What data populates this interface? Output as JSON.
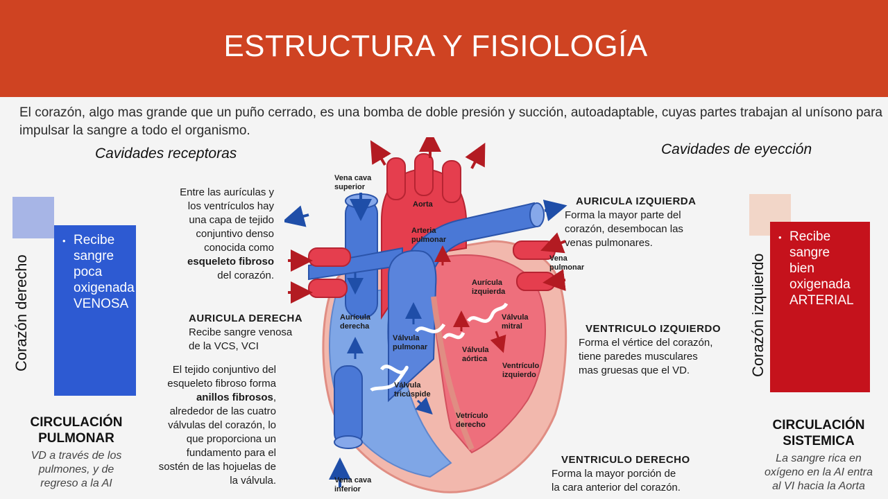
{
  "header": {
    "title": "ESTRUCTURA Y FISIOLOGÍA"
  },
  "intro": "El corazón, algo mas grande que un puño cerrado, es una bomba de doble presión y succión, autoadaptable, cuyas partes trabajan al unísono para impulsar la sangre a todo el organismo.",
  "subheadings": {
    "left": "Cavidades receptoras",
    "right": "Cavidades de eyección"
  },
  "left_panel": {
    "side_label": "Corazón derecho",
    "card_lines": [
      "Recibe",
      "sangre",
      "poca",
      "oxigenada",
      "VENOSA"
    ],
    "circulation_title": [
      "CIRCULACIÓN",
      "PULMONAR"
    ],
    "circulation_desc": [
      "VD a través de los",
      "pulmones, y de",
      "regreso a la AI"
    ]
  },
  "right_panel": {
    "side_label": "Corazón izquierdo",
    "card_lines": [
      "Recibe",
      "sangre",
      "bien",
      "oxigenada",
      "ARTERIAL"
    ],
    "circulation_title": [
      "CIRCULACIÓN",
      "SISTEMICA"
    ],
    "circulation_desc": [
      "La sangre rica en",
      "oxígeno en la AI entra",
      "al VI hacia la Aorta"
    ]
  },
  "notes": {
    "skeleton": {
      "lines": [
        "Entre las aurículas y",
        "los ventrículos hay",
        "una capa de tejido",
        "conjuntivo denso",
        "conocida como"
      ],
      "bold": "esqueleto fibroso",
      "end": "del corazón."
    },
    "auricula_derecha": {
      "title": "AURICULA DERECHA",
      "lines": [
        "Recibe sangre venosa",
        "de la VCS, VCI"
      ]
    },
    "rings": {
      "lines": [
        "El tejido conjuntivo del",
        "esqueleto fibroso forma"
      ],
      "bold": "anillos fibrosos",
      "after_bold": ",",
      "rest": [
        "alrededor de las cuatro",
        "válvulas del corazón, lo",
        "que proporciona un",
        "fundamento para el",
        "sostén de las hojuelas de",
        "la válvula."
      ]
    },
    "auricula_izquierda": {
      "title": "AURICULA IZQUIERDA",
      "lines": [
        "Forma la mayor parte del",
        "corazón, desembocan las",
        "venas pulmonares."
      ]
    },
    "ventriculo_izquierdo": {
      "title": "VENTRICULO IZQUIERDO",
      "lines": [
        "Forma el vértice del corazón,",
        "tiene paredes musculares",
        "mas gruesas que el VD."
      ]
    },
    "ventriculo_derecho": {
      "title": "VENTRICULO DERECHO",
      "lines": [
        "Forma la mayor porción de",
        "la cara anterior del corazón."
      ]
    }
  },
  "diagram_labels": {
    "vcs": [
      "Vena cava",
      "superior"
    ],
    "aorta": "Aorta",
    "arteria": [
      "Arteria",
      "pulmonar"
    ],
    "vena_pulmonar": [
      "Vena",
      "pulmonar"
    ],
    "auricula_izq": [
      "Aurícula",
      "izquierda"
    ],
    "auricula_der": [
      "Aurícula",
      "derecha"
    ],
    "valvula_mitral": [
      "Válvula",
      "mitral"
    ],
    "valvula_pulmonar": [
      "Válvula",
      "pulmonar"
    ],
    "valvula_aortica": [
      "Válvula",
      "aórtica"
    ],
    "ventriculo_izq": [
      "Ventrículo",
      "izquierdo"
    ],
    "valvula_tricuspide": [
      "Válvula",
      "tricúspide"
    ],
    "ventriculo_der": [
      "Vetrículo",
      "derecho"
    ],
    "vci": [
      "Vena cava",
      "inferior"
    ]
  },
  "colors": {
    "header": "#cf4322",
    "left_square": "#a7b5e6",
    "left_card": "#2d5ad2",
    "right_square": "#f2d6c8",
    "right_card": "#c5121c",
    "blood_red": "#e53e4e",
    "blood_blue": "#4a78d6"
  }
}
